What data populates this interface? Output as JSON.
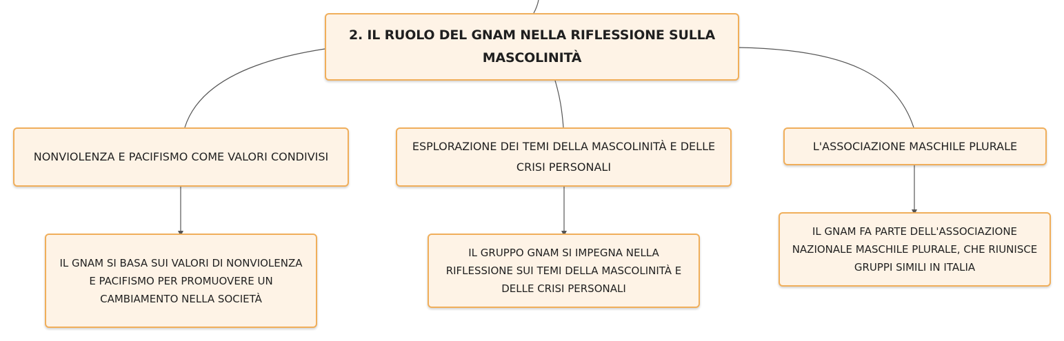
{
  "root": {
    "label": "2. IL RUOLO DEL GNAM NELLA RIFLESSIONE SULLA MASCOLINITÀ"
  },
  "branches": [
    {
      "label": "NONVIOLENZA E PACIFISMO COME VALORI CONDIVISI",
      "child": "IL GNAM SI BASA SUI VALORI DI NONVIOLENZA E PACIFISMO PER PROMUOVERE UN CAMBIAMENTO NELLA SOCIETÀ"
    },
    {
      "label": "ESPLORAZIONE DEI TEMI DELLA MASCOLINITÀ E DELLE CRISI PERSONALI",
      "child": "IL GRUPPO GNAM SI IMPEGNA NELLA RIFLESSIONE SUI TEMI DELLA MASCOLINITÀ E DELLE CRISI PERSONALI"
    },
    {
      "label": "L'ASSOCIAZIONE MASCHILE PLURALE",
      "child": "IL GNAM FA PARTE DELL'ASSOCIAZIONE NAZIONALE MASCHILE PLURALE, CHE RIUNISCE GRUPPI SIMILI IN ITALIA"
    }
  ],
  "colors": {
    "node_fill": "#fef3e6",
    "node_border": "#f0ae5a",
    "connector": "#555555"
  }
}
